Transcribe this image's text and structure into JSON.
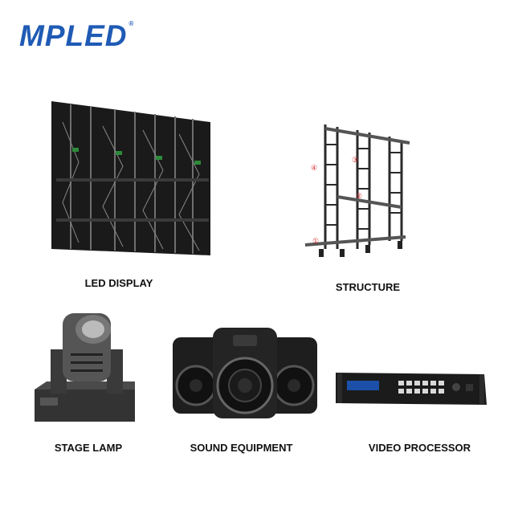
{
  "brand": {
    "logo_text": "MPLED",
    "registered_mark": "®",
    "color": "#1f5bb5"
  },
  "products": [
    {
      "label": "LED DISPLAY",
      "icon": "led-display-cabinet-icon"
    },
    {
      "label": "STRUCTURE",
      "icon": "truss-structure-icon"
    },
    {
      "label": "STAGE LAMP",
      "icon": "moving-head-lamp-icon"
    },
    {
      "label": "SOUND EQUIPMENT",
      "icon": "speakers-icon"
    },
    {
      "label": "VIDEO PROCESSOR",
      "icon": "video-processor-icon"
    }
  ],
  "structure_markers": [
    "①",
    "②",
    "③",
    "④"
  ]
}
